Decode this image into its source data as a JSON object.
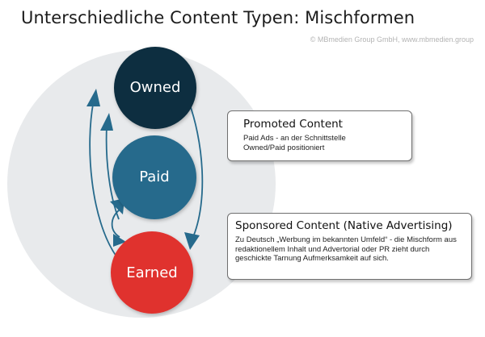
{
  "title": "Unterschiedliche Content Typen: Mischformen",
  "copyright": "© MBmedien Group GmbH, www.mbmedien.group",
  "nodes": {
    "owned": {
      "label": "Owned",
      "color": "#0f2f3f"
    },
    "paid": {
      "label": "Paid",
      "color": "#266a8c"
    },
    "earned": {
      "label": "Earned",
      "color": "#e0302f"
    }
  },
  "background_color": "#e8eaec",
  "arrow_color": "#266a8c",
  "boxes": {
    "promoted": {
      "title": "Promoted Content",
      "text": "Paid Ads - an der Schnittstelle Owned/Paid positioniert"
    },
    "sponsored": {
      "title": "Sponsored Content (Native Advertising)",
      "text": "Zu Deutsch „Werbung im bekannten Umfeld“ - die Mischform aus redaktionellem Inhalt und Advertorial oder PR zieht durch geschickte Tarnung Aufmerksamkeit auf sich."
    }
  }
}
